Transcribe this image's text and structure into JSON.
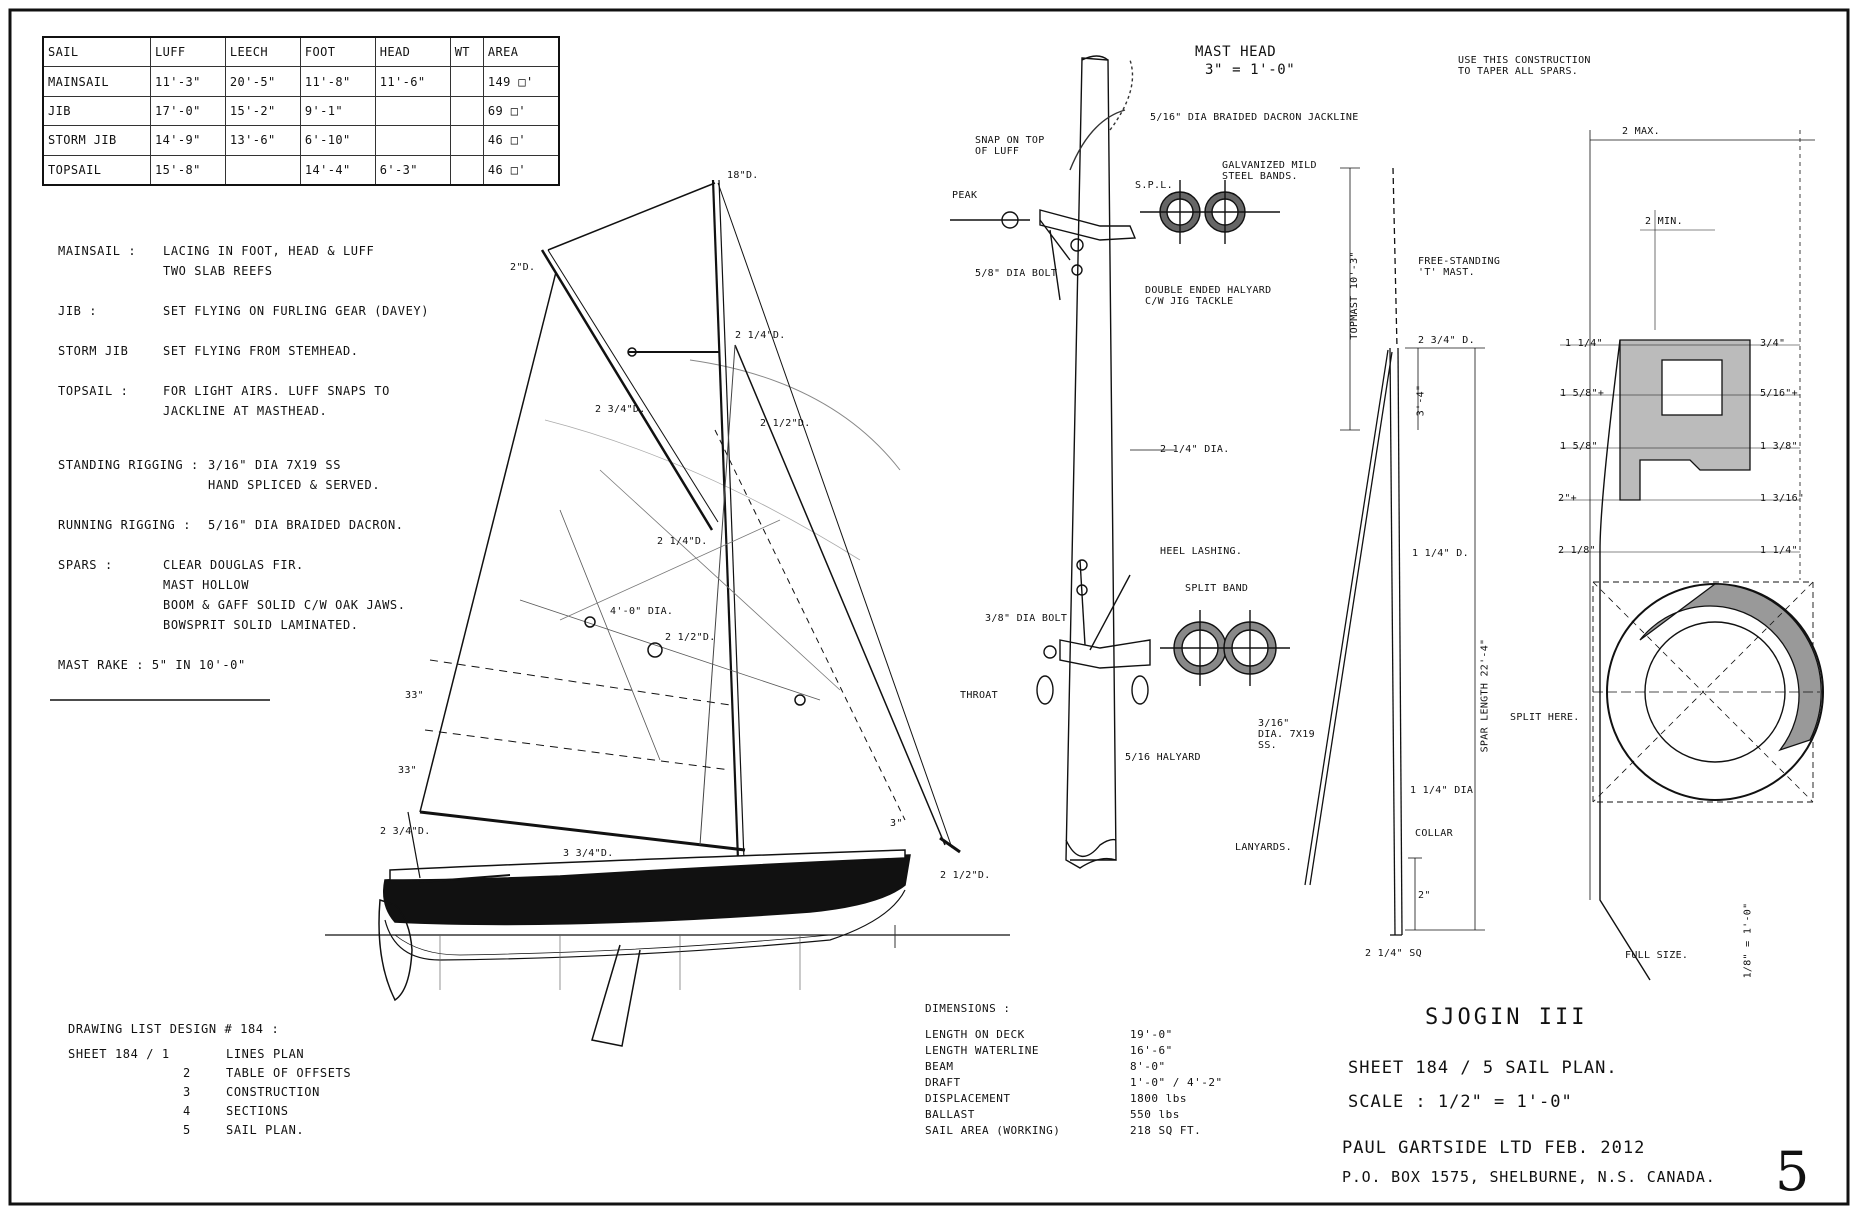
{
  "sail_table": {
    "headers": [
      "SAIL",
      "LUFF",
      "LEECH",
      "FOOT",
      "HEAD",
      "WT",
      "AREA"
    ],
    "rows": [
      [
        "MAINSAIL",
        "11'-3\"",
        "20'-5\"",
        "11'-8\"",
        "11'-6\"",
        "",
        "149 □'"
      ],
      [
        "JIB",
        "17'-0\"",
        "15'-2\"",
        "9'-1\"",
        "",
        "",
        "69 □'"
      ],
      [
        "STORM JIB",
        "14'-9\"",
        "13'-6\"",
        "6'-10\"",
        "",
        "",
        "46 □'"
      ],
      [
        "TOPSAIL",
        "15'-8\"",
        "",
        "14'-4\"",
        "6'-3\"",
        "",
        "46 □'"
      ]
    ]
  },
  "notes": [
    {
      "key": "MAINSAIL :",
      "lines": [
        "LACING IN FOOT, HEAD & LUFF",
        "TWO SLAB REEFS"
      ]
    },
    {
      "key": "JIB :",
      "lines": [
        "SET FLYING ON FURLING GEAR (DAVEY)"
      ]
    },
    {
      "key": "STORM JIB",
      "lines": [
        "SET FLYING FROM STEMHEAD."
      ]
    },
    {
      "key": "TOPSAIL :",
      "lines": [
        "FOR LIGHT AIRS. LUFF SNAPS TO",
        "JACKLINE AT MASTHEAD."
      ]
    },
    {
      "key": "STANDING RIGGING :",
      "lines": [
        "3/16\" DIA 7X19 SS",
        "HAND SPLICED & SERVED."
      ]
    },
    {
      "key": "RUNNING RIGGING :",
      "lines": [
        "5/16\" DIA BRAIDED DACRON."
      ]
    },
    {
      "key": "SPARS :",
      "lines": [
        "CLEAR DOUGLAS FIR.",
        "MAST HOLLOW",
        "BOOM & GAFF SOLID C/W OAK JAWS.",
        "BOWSPRIT SOLID LAMINATED."
      ]
    }
  ],
  "mast_rake": "MAST RAKE :  5\" IN 10'-0\"",
  "drawing_list": {
    "title": "DRAWING LIST  DESIGN # 184 :",
    "sheet_label": "SHEET  184 / 1",
    "items": [
      {
        "no": "",
        "name": "LINES PLAN"
      },
      {
        "no": "2",
        "name": "TABLE OF OFFSETS"
      },
      {
        "no": "3",
        "name": "CONSTRUCTION"
      },
      {
        "no": "4",
        "name": "SECTIONS"
      },
      {
        "no": "5",
        "name": "SAIL PLAN."
      }
    ]
  },
  "dimensions": {
    "title": "DIMENSIONS :",
    "rows": [
      [
        "LENGTH ON DECK",
        "19'-0\""
      ],
      [
        "LENGTH WATERLINE",
        "16'-6\""
      ],
      [
        "BEAM",
        "8'-0\""
      ],
      [
        "DRAFT",
        "1'-0\" / 4'-2\""
      ],
      [
        "DISPLACEMENT",
        "1800 lbs"
      ],
      [
        "BALLAST",
        "550 lbs"
      ],
      [
        "SAIL AREA  (WORKING)",
        "218 SQ FT."
      ]
    ]
  },
  "title_block": {
    "name": "SJOGIN  III",
    "sheet": "SHEET  184 / 5   SAIL PLAN.",
    "scale": "SCALE :  1/2\" = 1'-0\"",
    "firm": "PAUL GARTSIDE LTD     FEB. 2012",
    "address": "P.O. BOX 1575,  SHELBURNE,  N.S. CANADA.",
    "sheet_number": "5"
  },
  "masthead": {
    "title": "MAST HEAD",
    "scale": "3\" = 1'-0\"",
    "labels": {
      "snap": "SNAP ON TOP OF LUFF",
      "peak": "PEAK",
      "bolt1": "5/8\" DIA BOLT",
      "pin": "S.P.L.",
      "lanyard": "5/16\" DIA BRAIDED DACRON JACKLINE",
      "bands": "GALVANIZED MILD STEEL BANDS.",
      "halyard": "DOUBLE ENDED HALYARD C/W JIG TACKLE",
      "dia": "2 1/4\" DIA.",
      "heel": "HEEL LASHING.",
      "split": "SPLIT BAND",
      "bolt2": "3/8\" DIA BOLT",
      "throat": "THROAT",
      "halyard2": "5/16 HALYARD"
    }
  },
  "topmast": {
    "note": "USE THIS CONSTRUCTION TO TAPER ALL SPARS.",
    "freestanding": "FREE-STANDING 'T' MAST.",
    "topmast_dim": "TOPMAST 10'-3\"",
    "spar_length": "SPAR LENGTH  22'-4\"",
    "d1": "2 3/4\" D.",
    "d2": "3'-4\"",
    "d3": "1 1/4\" D.",
    "d4": "1 1/4\" DIA",
    "d5": "COLLAR",
    "d6": "2\"",
    "d7": "2 1/4\" SQ",
    "stay": "3/16\" DIA. 7X19 SS.",
    "lanyards": "LANYARDS.",
    "twomax": "2 MAX.",
    "twomin": "2 MIN.",
    "dims_left": [
      "1 1/4\"",
      "1 5/8\"+",
      "1 5/8\"",
      "2\"+",
      "2 1/8\""
    ],
    "dims_right": [
      "3/4\"",
      "5/16\"+",
      "1 3/8\"",
      "1 3/16\"",
      "1 1/4\""
    ],
    "split_here": "SPLIT HERE.",
    "full_size": "FULL SIZE.",
    "scale_note": "1/8\" = 1'-0\""
  },
  "sail_labels": {
    "a": "18\"D.",
    "b": "2\"D.",
    "c": "2 1/4\"D.",
    "d": "2 3/4\"D.",
    "e": "2 1/2\"D.",
    "f": "2 1/4\"D.",
    "g": "4'-0\" DIA.",
    "h": "2 1/2\"D.",
    "i": "33\"",
    "j": "33\"",
    "k": "2 3/4\"D.",
    "l": "3\"",
    "m": "3 3/4\"D.",
    "n": "2 1/2\"D."
  }
}
